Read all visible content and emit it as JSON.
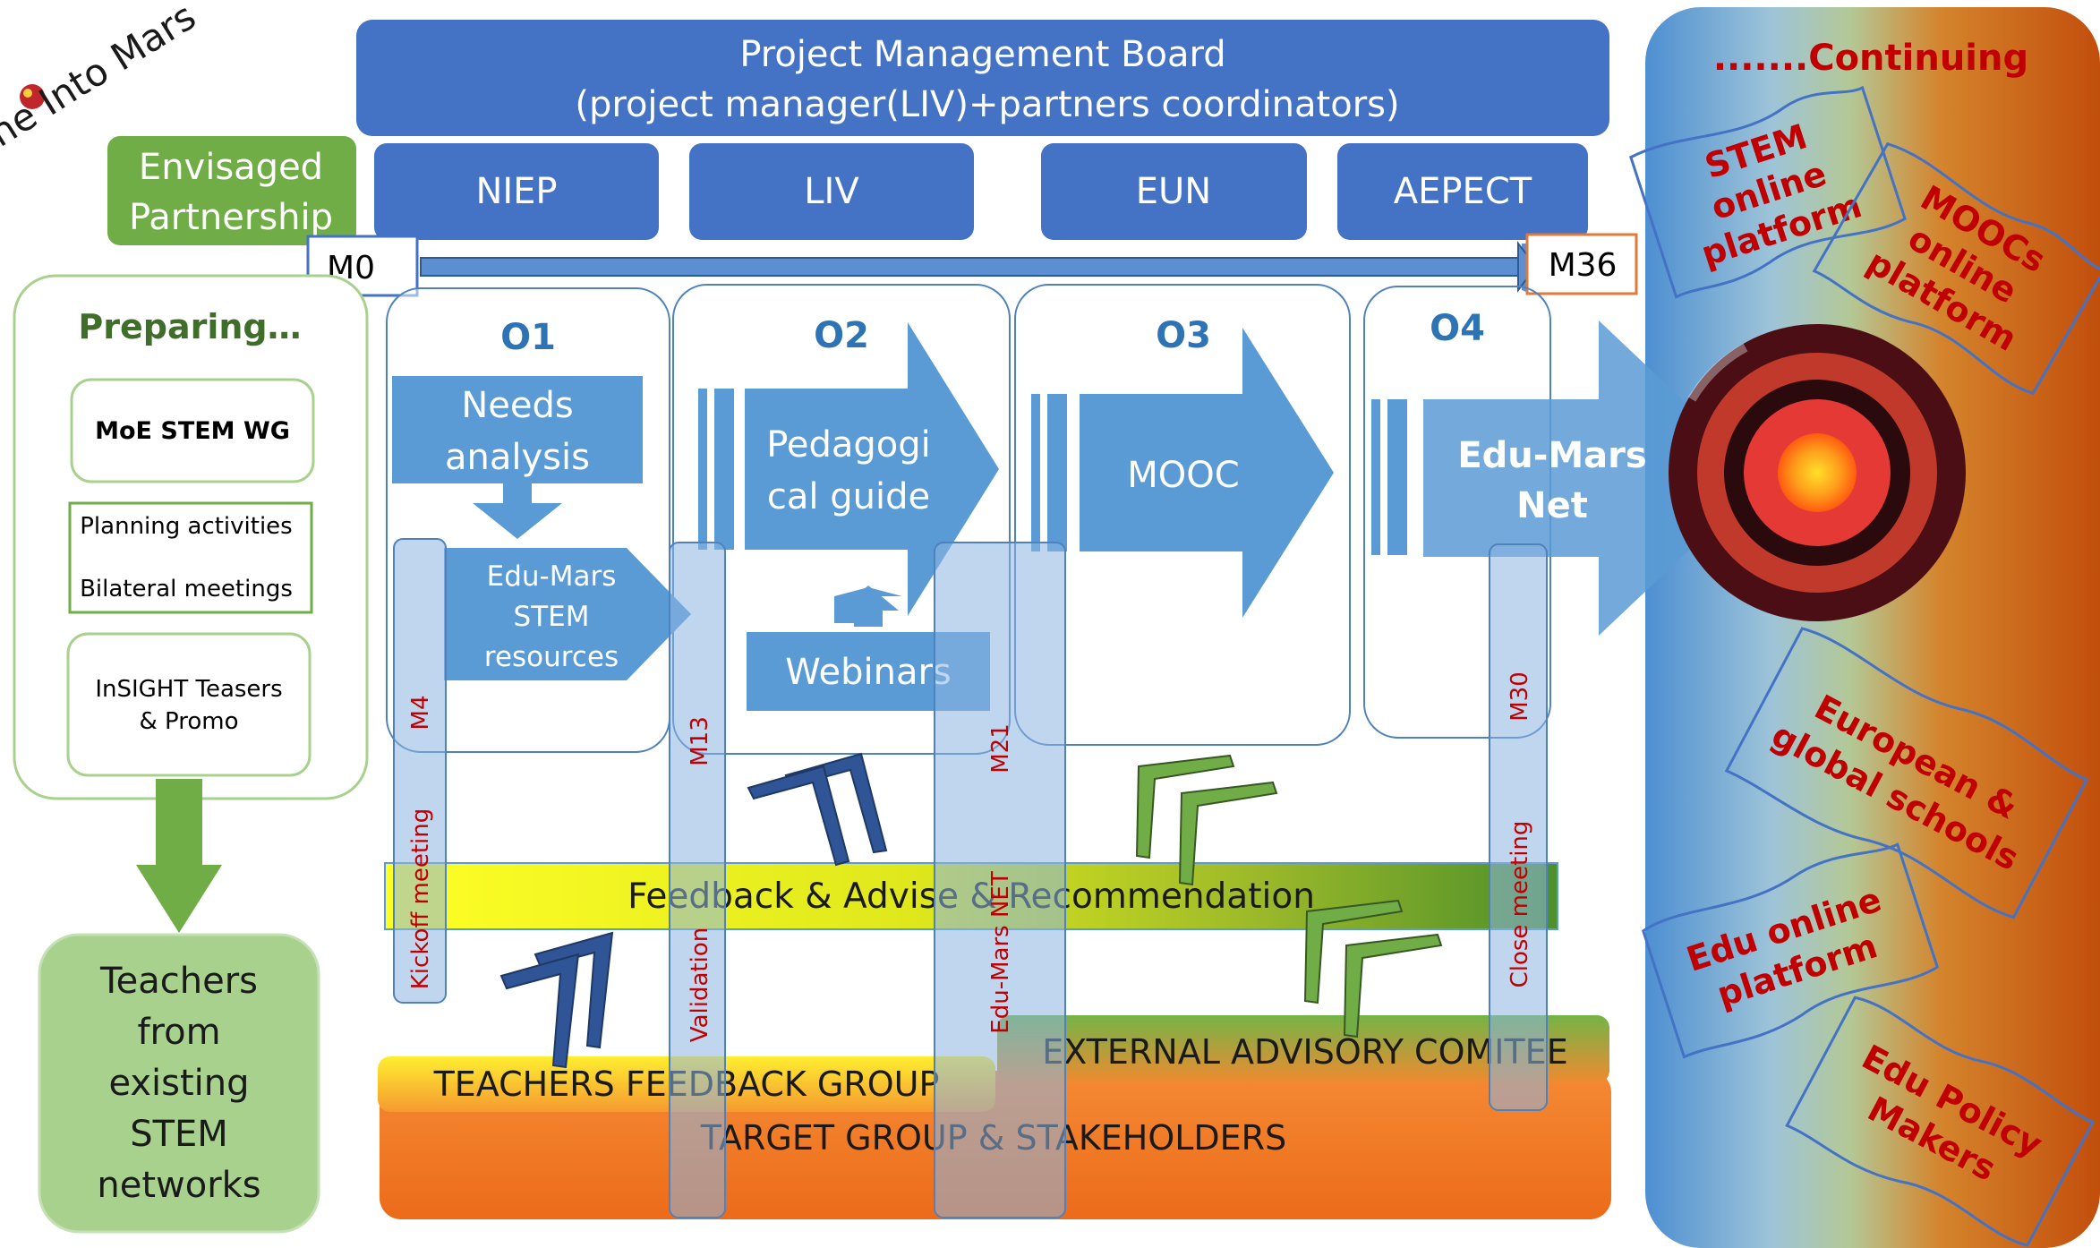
{
  "logo": {
    "text": "ne Into Mars"
  },
  "board": {
    "title": "Project Management Board",
    "subtitle": "(project manager(LIV)+partners coordinators)"
  },
  "partnership": {
    "line1": "Envisaged",
    "line2": "Partnership"
  },
  "partners": [
    "NIEP",
    "LIV",
    "EUN",
    "AEPECT"
  ],
  "timeline": {
    "start": "M0",
    "end": "M36"
  },
  "preparing": {
    "title": "Preparing…",
    "items": [
      "MoE STEM WG",
      "Planning activities",
      "Bilateral meetings",
      "InSIGHT Teasers",
      "& Promo"
    ]
  },
  "teachers": {
    "lines": [
      "Teachers",
      "from",
      "existing",
      "STEM",
      "networks"
    ]
  },
  "outputs": {
    "o1": {
      "label": "O1",
      "box_line1": "Needs",
      "box_line2": "analysis",
      "res_line1": "Edu-Mars",
      "res_line2": "STEM",
      "res_line3": "resources"
    },
    "o2": {
      "label": "O2",
      "line1": "Pedagogi",
      "line2": "cal guide",
      "webinars": "Webinars"
    },
    "o3": {
      "label": "O3",
      "text": "MOOC"
    },
    "o4": {
      "label": "O4",
      "line1": "Edu-Mars",
      "line2": "Net"
    }
  },
  "milestones": {
    "m4": "M4",
    "kickoff": "Kickoff meeting",
    "m13": "M13",
    "validation": "Validation",
    "m21": "M21",
    "net": "Edu-Mars NET",
    "m30": "M30",
    "close": "Close meeting"
  },
  "feedback_bar": "Feedback  & Advise & Recommendation",
  "bottom": {
    "advisory": "EXTERNAL ADVISORY COMITEE",
    "teachers_group": "TEACHERS FEEDBACK GROUP",
    "target": "TARGET GROUP & STAKEHOLDERS"
  },
  "continuing": {
    "title": ".......Continuing",
    "stem": [
      "STEM",
      "online",
      "platform"
    ],
    "moocs": [
      "MOOCs",
      "online",
      "platform"
    ],
    "european": [
      "European &",
      "global schools"
    ],
    "edu_online": [
      "Edu online",
      "platform"
    ],
    "policy": [
      "Edu Policy",
      "Makers"
    ]
  }
}
